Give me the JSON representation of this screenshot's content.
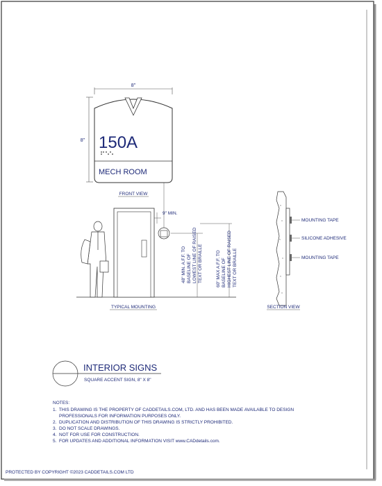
{
  "sign": {
    "width_dim": "8\"",
    "height_dim": "8\"",
    "room_number": "150A",
    "room_name": "MECH ROOM"
  },
  "views": {
    "front": "FRONT VIEW",
    "typical": "TYPICAL MOUNTING",
    "section": "SECTION VIEW"
  },
  "mounting": {
    "min_clear": "9\" MIN.",
    "dim_low": [
      "48\" MIN. A.F.F. TO",
      "BASELINE OF",
      "LOWEST LINE OF RAISED",
      "TEXT OR BRAILLE"
    ],
    "dim_high": [
      "60\" MAX A.F.F. TO",
      "BASELINE OF",
      "HIGHEST LINE OF RAISED",
      "TEXT OR BRAILLE"
    ]
  },
  "section_callouts": [
    "MOUNTING TAPE",
    "SILICONE ADHESIVE",
    "MOUNTING TAPE"
  ],
  "title_block": {
    "title": "INTERIOR SIGNS",
    "subtitle": "SQUARE ACCENT SIGN, 8\" X 8\""
  },
  "notes": {
    "heading": "NOTES:",
    "items": [
      "1.  THIS DRAWING IS THE PROPERTY OF CADDETAILS.COM, LTD. AND HAS BEEN MADE AVAILABLE TO DESIGN",
      "     PROFESSIONALS FOR INFORMATION PURPOSES ONLY.",
      "2.  DUPLICATION AND DISTRIBUTION OF THIS DRAWING IS STRICTLY PROHIBITED.",
      "3.  DO NOT SCALE DRAWINGS.",
      "4.  NOT FOR USE FOR CONSTRUCTION.",
      "5.  FOR UPDATES AND ADDITIONAL INFORMATION VISIT www.CADdetails.com."
    ]
  },
  "copyright": "PROTECTED BY COPYRIGHT ©2023 CADDETAILS.COM LTD",
  "colors": {
    "ink": "#1e2a78",
    "line": "#555555",
    "frame": "#333333"
  }
}
